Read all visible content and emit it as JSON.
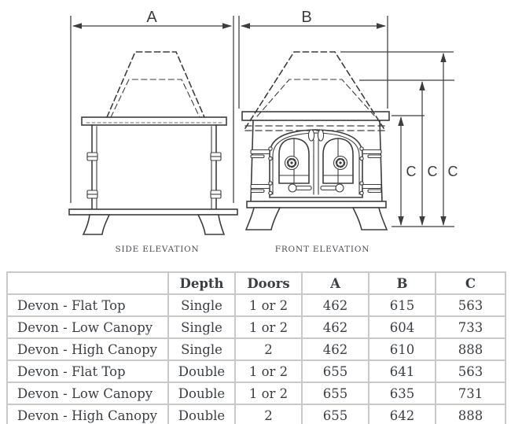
{
  "diagram": {
    "side": {
      "caption": "SIDE ELEVATION",
      "width_label": "A"
    },
    "front": {
      "caption": "FRONT ELEVATION",
      "width_label": "B",
      "height_labels": [
        "C",
        "C",
        "C"
      ]
    }
  },
  "table": {
    "headers": [
      "",
      "Depth",
      "Doors",
      "A",
      "B",
      "C"
    ],
    "rows": [
      [
        "Devon - Flat Top",
        "Single",
        "1 or 2",
        "462",
        "615",
        "563"
      ],
      [
        "Devon - Low Canopy",
        "Single",
        "1 or 2",
        "462",
        "604",
        "733"
      ],
      [
        "Devon - High Canopy",
        "Single",
        "2",
        "462",
        "610",
        "888"
      ],
      [
        "Devon - Flat Top",
        "Double",
        "1 or 2",
        "655",
        "641",
        "563"
      ],
      [
        "Devon - Low Canopy",
        "Double",
        "1 or 2",
        "655",
        "635",
        "731"
      ],
      [
        "Devon - High Canopy",
        "Double",
        "2",
        "655",
        "642",
        "888"
      ]
    ]
  },
  "colors": {
    "line": "#3d3d3d",
    "table_border": "#c9c9c5",
    "text": "#3a3f44",
    "background": "#ffffff"
  }
}
